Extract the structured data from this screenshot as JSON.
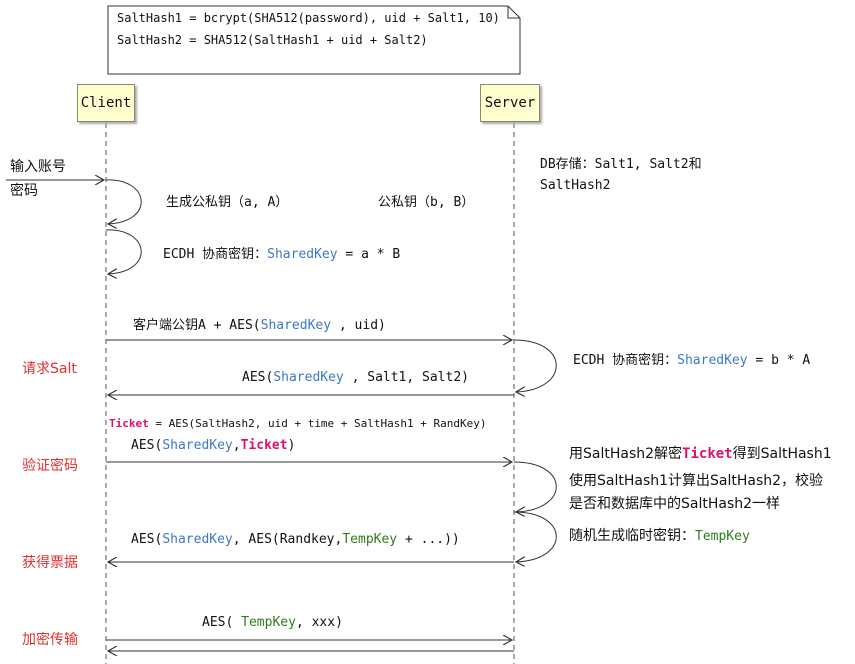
{
  "note": {
    "line1": "SaltHash1 = bcrypt(SHA512(password), uid + Salt1, 10)",
    "line2": "SaltHash2 = SHA512(SaltHash1 + uid + Salt2)"
  },
  "participants": {
    "client": "Client",
    "server": "Server"
  },
  "input": {
    "line1": "输入账号",
    "line2": "密码"
  },
  "db_note": {
    "line1": "DB存储：Salt1, Salt2和",
    "line2": "SaltHash2"
  },
  "client_self": {
    "gen_keys": "生成公私钥（a, A）",
    "server_keys": "公私钥（b, B）",
    "ecdh_prefix": "ECDH 协商密钥：",
    "shared_key": "SharedKey",
    "ecdh_suffix": " = a * B"
  },
  "msg1": {
    "prefix": "客户端公钥A + AES(",
    "key": "SharedKey",
    "suffix": " , uid)"
  },
  "server_ecdh": {
    "prefix": "ECDH 协商密钥：",
    "key": "SharedKey",
    "suffix": " = b * A"
  },
  "side_labels": {
    "request_salt": "请求Salt",
    "verify_password": "验证密码",
    "get_ticket": "获得票据",
    "encrypted_transfer": "加密传输"
  },
  "msg2": {
    "prefix": "AES(",
    "key": "SharedKey",
    "suffix": " , Salt1, Salt2)"
  },
  "ticket_def": {
    "ticket": "Ticket",
    "rest": " = AES(SaltHash2, uid + time + SaltHash1 + RandKey)"
  },
  "msg3": {
    "prefix": "AES(",
    "key": "SharedKey",
    "sep": ",",
    "ticket": "Ticket",
    "suffix": ")"
  },
  "server_decrypt": {
    "prefix": "用SaltHash2解密",
    "ticket": "Ticket",
    "suffix": "得到SaltHash1"
  },
  "server_verify": {
    "line1": "使用SaltHash1计算出SaltHash2，校验",
    "line2": "是否和数据库中的SaltHash2一样"
  },
  "server_tempkey": {
    "prefix": "随机生成临时密钥：",
    "key": "TempKey"
  },
  "msg4": {
    "prefix": "AES(",
    "key": "SharedKey",
    "mid": ", AES(Randkey,",
    "temp": "TempKey",
    "suffix": "  + ...))"
  },
  "msg5": {
    "prefix": "AES( ",
    "temp": "TempKey",
    "suffix": ", xxx)"
  },
  "colors": {
    "participant_fill": "#fefece",
    "red_label": "#e03030",
    "blue_key": "#3c78c8",
    "green_key": "#2e7d1e",
    "ticket": "#e0106a"
  }
}
